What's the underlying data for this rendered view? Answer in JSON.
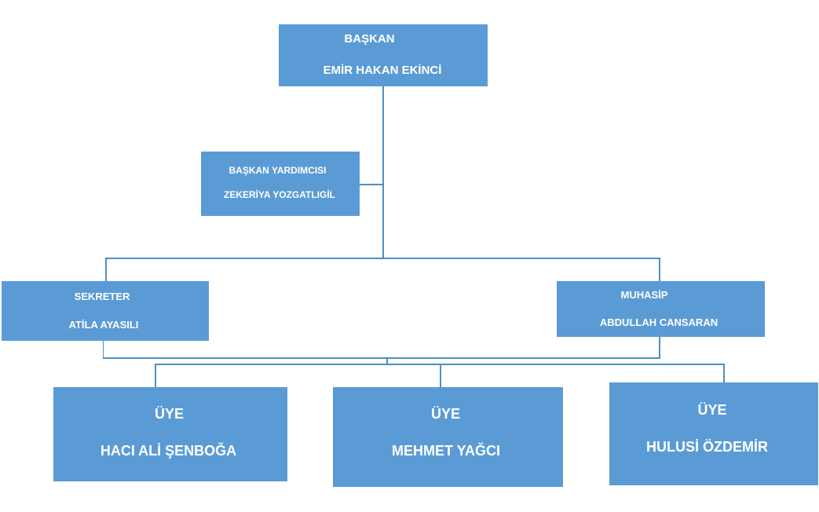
{
  "colors": {
    "box_fill": "#5b9bd5",
    "connector": "#4f8fc0",
    "text": "#ffffff",
    "background": "#ffffff"
  },
  "president": {
    "role": "BAŞKAN",
    "name": "EMİR HAKAN EKİNCİ"
  },
  "vice_president": {
    "role": "BAŞKAN YARDIMCISI",
    "name": "ZEKERİYA YOZGATLIGİL"
  },
  "secretary": {
    "role": "SEKRETER",
    "name": "ATİLA AYASILI"
  },
  "treasurer": {
    "role": "MUHASİP",
    "name": "ABDULLAH CANSARAN"
  },
  "members": [
    {
      "role": "ÜYE",
      "name": "HACI ALİ ŞENBOĞA"
    },
    {
      "role": "ÜYE",
      "name": "MEHMET YAĞCI"
    },
    {
      "role": "ÜYE",
      "name": "HULUSİ ÖZDEMİR"
    }
  ]
}
